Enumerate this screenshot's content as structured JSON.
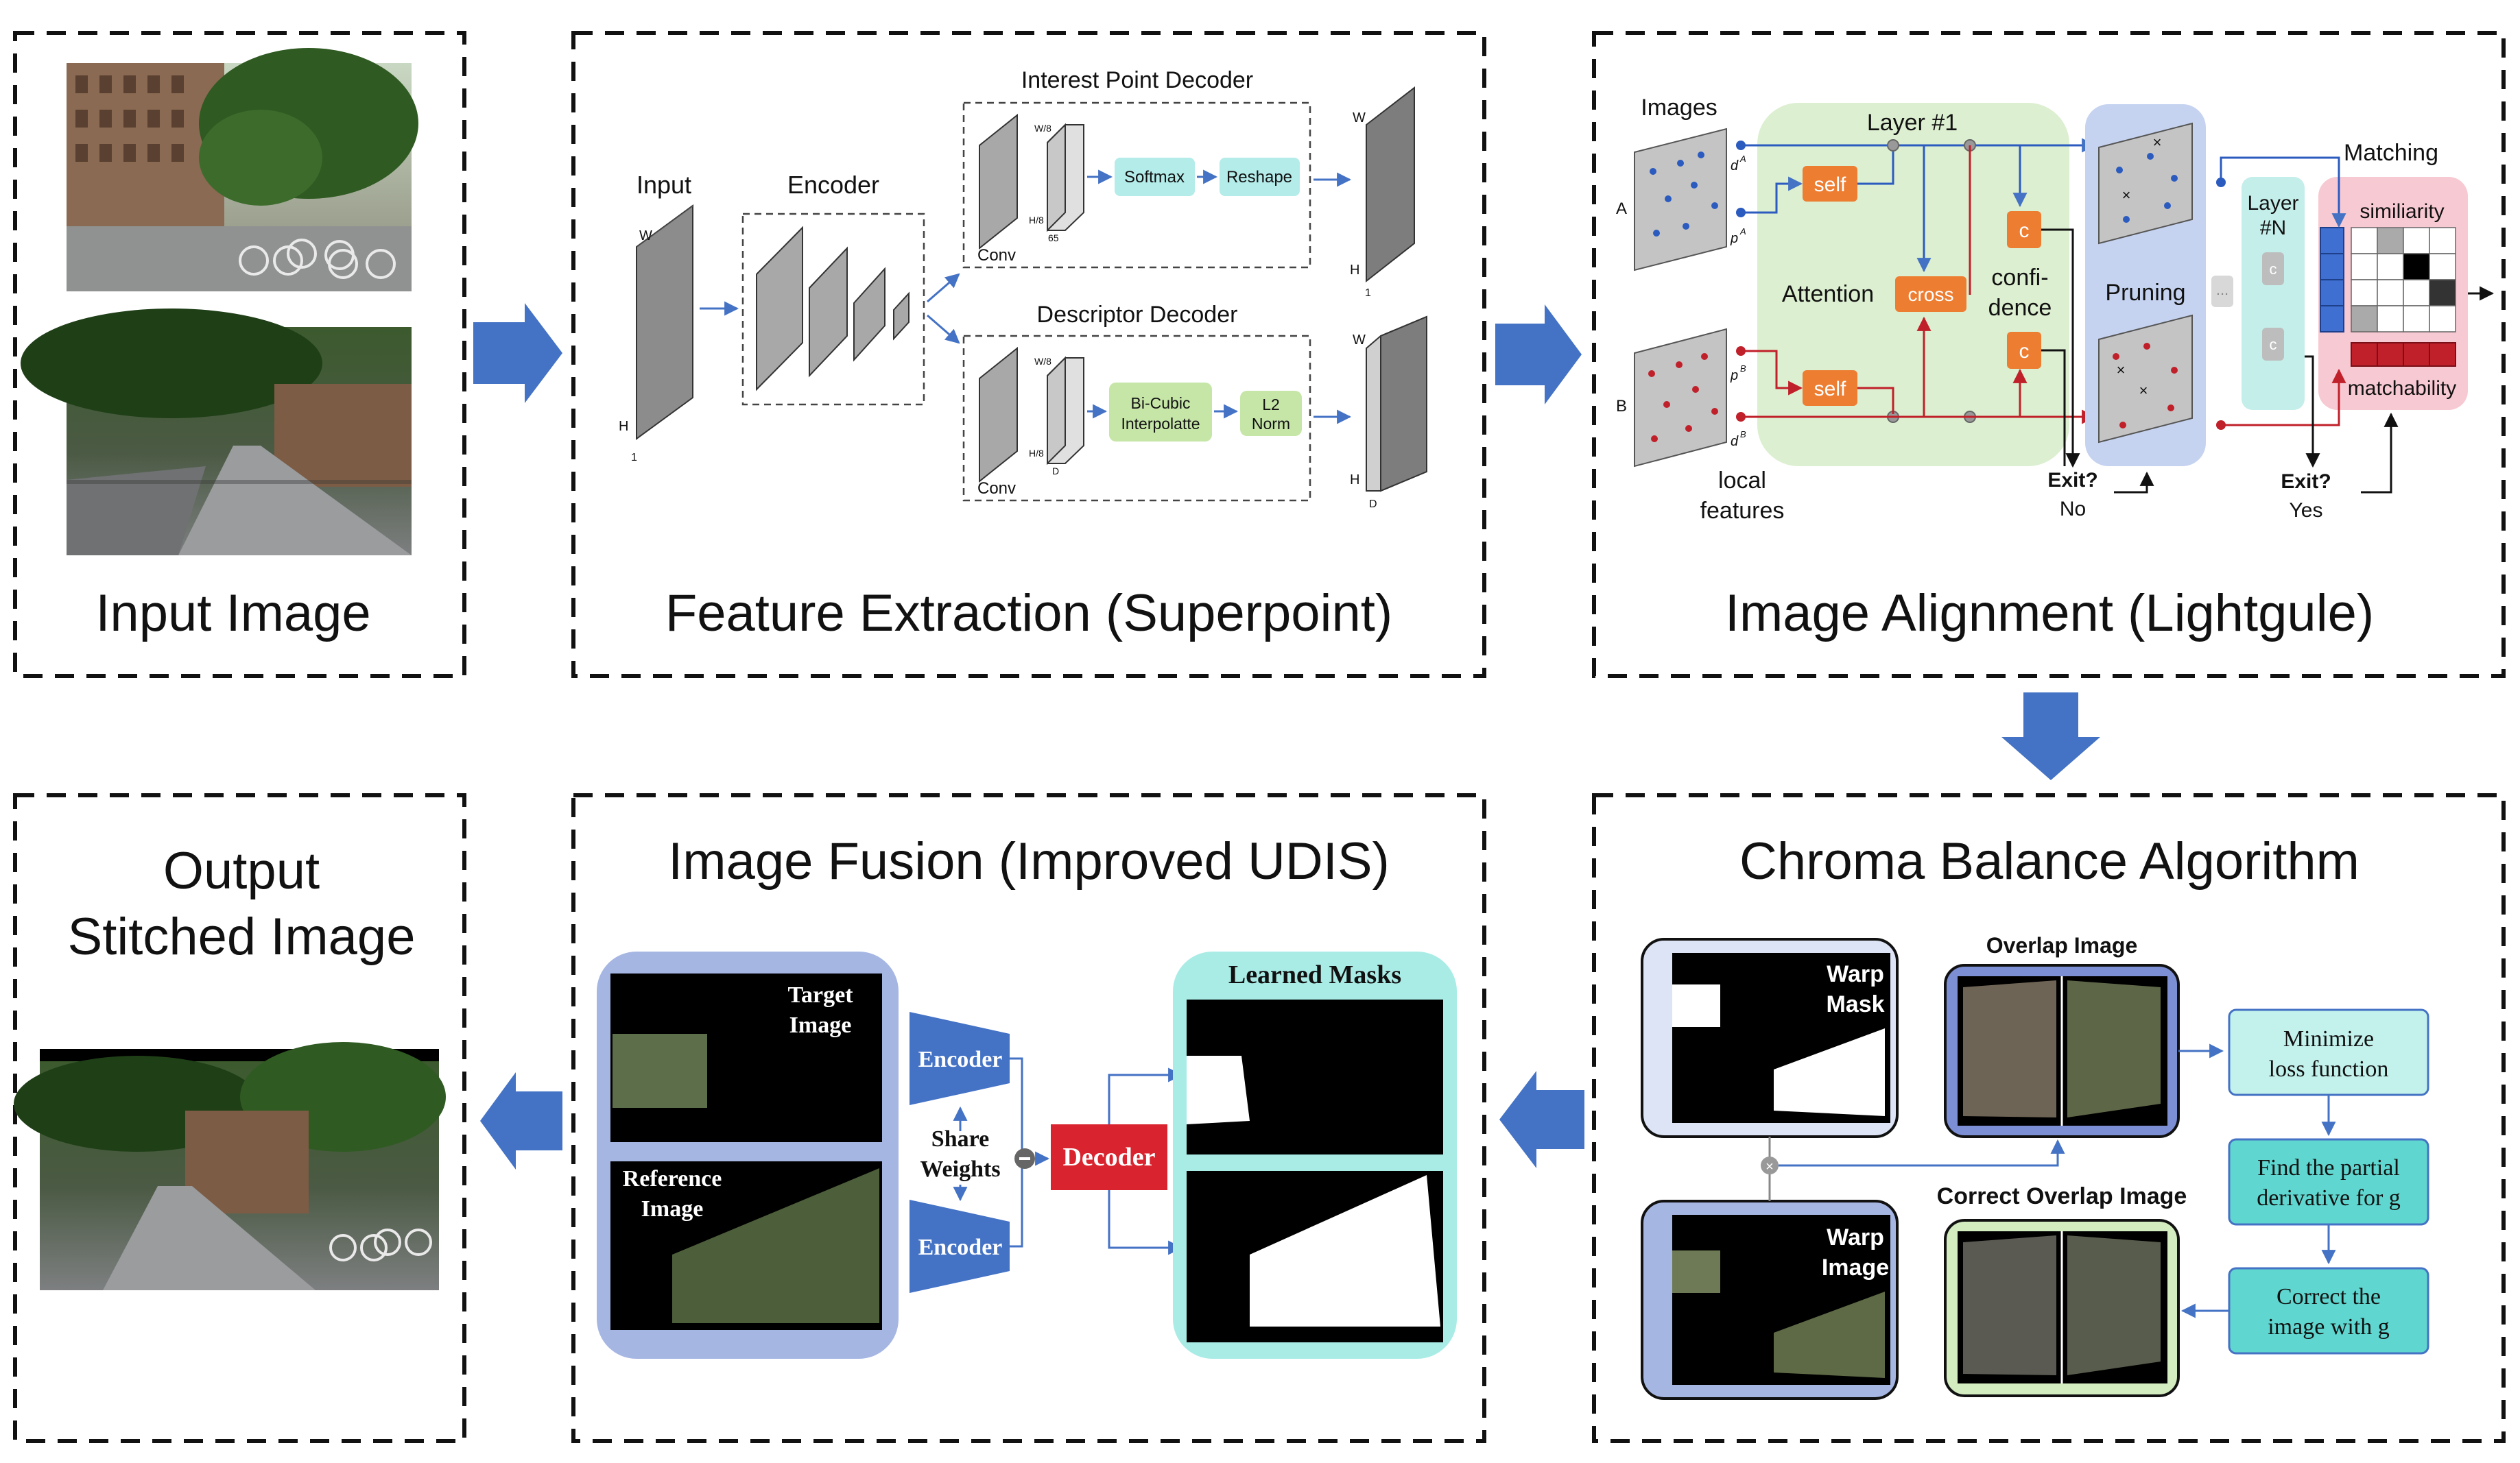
{
  "panels": {
    "input": {
      "title": "Input Image"
    },
    "feature": {
      "title": "Feature Extraction (Superpoint)",
      "input_label": "Input",
      "encoder_label": "Encoder",
      "interest_title": "Interest Point Decoder",
      "descriptor_title": "Descriptor Decoder",
      "softmax": "Softmax",
      "reshape": "Reshape",
      "bicubic_l1": "Bi-Cubic",
      "bicubic_l2": "Interpolatte",
      "l2_l1": "L2",
      "l2_l2": "Norm",
      "conv": "Conv",
      "dims": {
        "w": "W",
        "h": "H",
        "one": "1",
        "w8": "W/8",
        "h8": "H/8",
        "n65": "65",
        "d": "D"
      }
    },
    "alignment": {
      "title": "Image Alignment (Lightgule)",
      "images": "Images",
      "a": "A",
      "b": "B",
      "dA": "d",
      "pA": "p",
      "supA": "A",
      "supB": "B",
      "layer1": "Layer #1",
      "self": "self",
      "cross": "cross",
      "attention": "Attention",
      "c": "c",
      "confidence_l1": "confi-",
      "confidence_l2": "dence",
      "pruning": "Pruning",
      "dots": "...",
      "layerN_l1": "Layer",
      "layerN_l2": "#N",
      "matching": "Matching",
      "similarity": "similiarity",
      "matchability": "matchability",
      "exit": "Exit?",
      "no": "No",
      "yes": "Yes",
      "local_l1": "local",
      "local_l2": "features"
    },
    "chroma": {
      "title": "Chroma Balance Algorithm",
      "warp_mask_l1": "Warp",
      "warp_mask_l2": "Mask",
      "warp_image_l1": "Warp",
      "warp_image_l2": "Image",
      "overlap_image": "Overlap Image",
      "correct_overlap": "Correct Overlap Image",
      "step1_l1": "Minimize",
      "step1_l2": "loss function",
      "step2_l1": "Find the partial",
      "step2_l2": "derivative for g",
      "step3_l1": "Correct the",
      "step3_l2": "image with g"
    },
    "fusion": {
      "title": "Image Fusion (Improved UDIS)",
      "target_l1": "Target",
      "target_l2": "Image",
      "reference_l1": "Reference",
      "reference_l2": "Image",
      "encoder": "Encoder",
      "share_l1": "Share",
      "share_l2": "Weights",
      "decoder": "Decoder",
      "learned_masks": "Learned Masks"
    },
    "output": {
      "title_l1": "Output",
      "title_l2": "Stitched Image"
    }
  },
  "colors": {
    "arrow_blue": "#4472C4",
    "self_orange": "#ED7D31",
    "attention_green": "#DDEFD0",
    "pruning_blue": "#C5D3F0",
    "matching_pink": "#F7C9D2",
    "teal": "#B6EDE8",
    "decoder_red": "#D9232E",
    "panel_border": "#111111"
  }
}
